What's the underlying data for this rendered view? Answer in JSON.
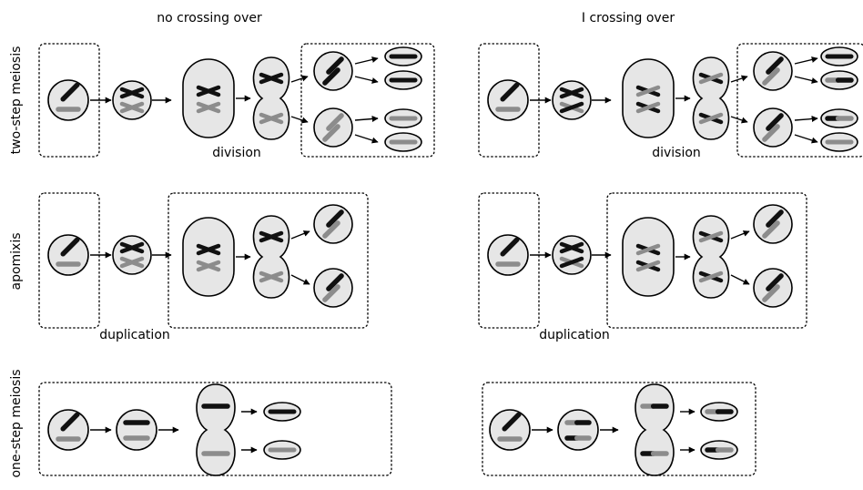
{
  "column_headers": {
    "no_crossover": "no crossing over",
    "crossover": "I crossing over"
  },
  "row_labels": {
    "two_step": "two-step meiosis",
    "apomixis": "apomixis",
    "one_step": "one-step meiosis"
  },
  "step_labels": {
    "division": "division",
    "duplication": "duplication"
  },
  "colors": {
    "maternal_chromosome": "#111111",
    "paternal_chromosome": "#8c8c8c",
    "cell_fill": "#e6e6e6",
    "outline": "#000000"
  }
}
